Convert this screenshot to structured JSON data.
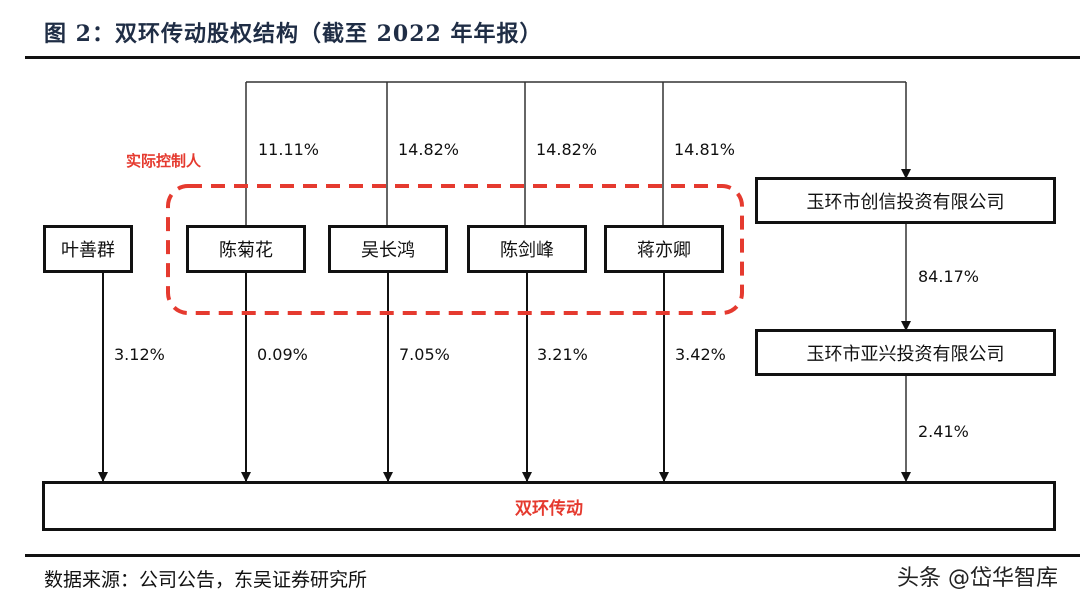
{
  "title": "图 2：双环传动股权结构（截至 2022 年年报）",
  "controller_group_label": "实际控制人",
  "shareholders": [
    {
      "name": "叶善群",
      "direct_pct": "3.12%",
      "indirect_pct": null,
      "in_controller_group": false
    },
    {
      "name": "陈菊花",
      "direct_pct": "0.09%",
      "indirect_pct": "11.11%",
      "in_controller_group": true
    },
    {
      "name": "吴长鸿",
      "direct_pct": "7.05%",
      "indirect_pct": "14.82%",
      "in_controller_group": true
    },
    {
      "name": "陈剑峰",
      "direct_pct": "3.21%",
      "indirect_pct": "14.82%",
      "in_controller_group": true
    },
    {
      "name": "蒋亦卿",
      "direct_pct": "3.42%",
      "indirect_pct": "14.81%",
      "in_controller_group": true
    }
  ],
  "holding_companies": [
    {
      "name": "玉环市创信投资有限公司",
      "pct_to_next": "84.17%"
    },
    {
      "name": "玉环市亚兴投资有限公司",
      "pct_to_next": "2.41%"
    }
  ],
  "target_company": "双环传动",
  "footer": {
    "source": "数据来源：公司公告，东吴证券研究所",
    "watermark": "头条 @岱华智库"
  },
  "colors": {
    "accent_red": "#e53a2f",
    "title_navy": "#1f2d45",
    "line": "#111111"
  }
}
